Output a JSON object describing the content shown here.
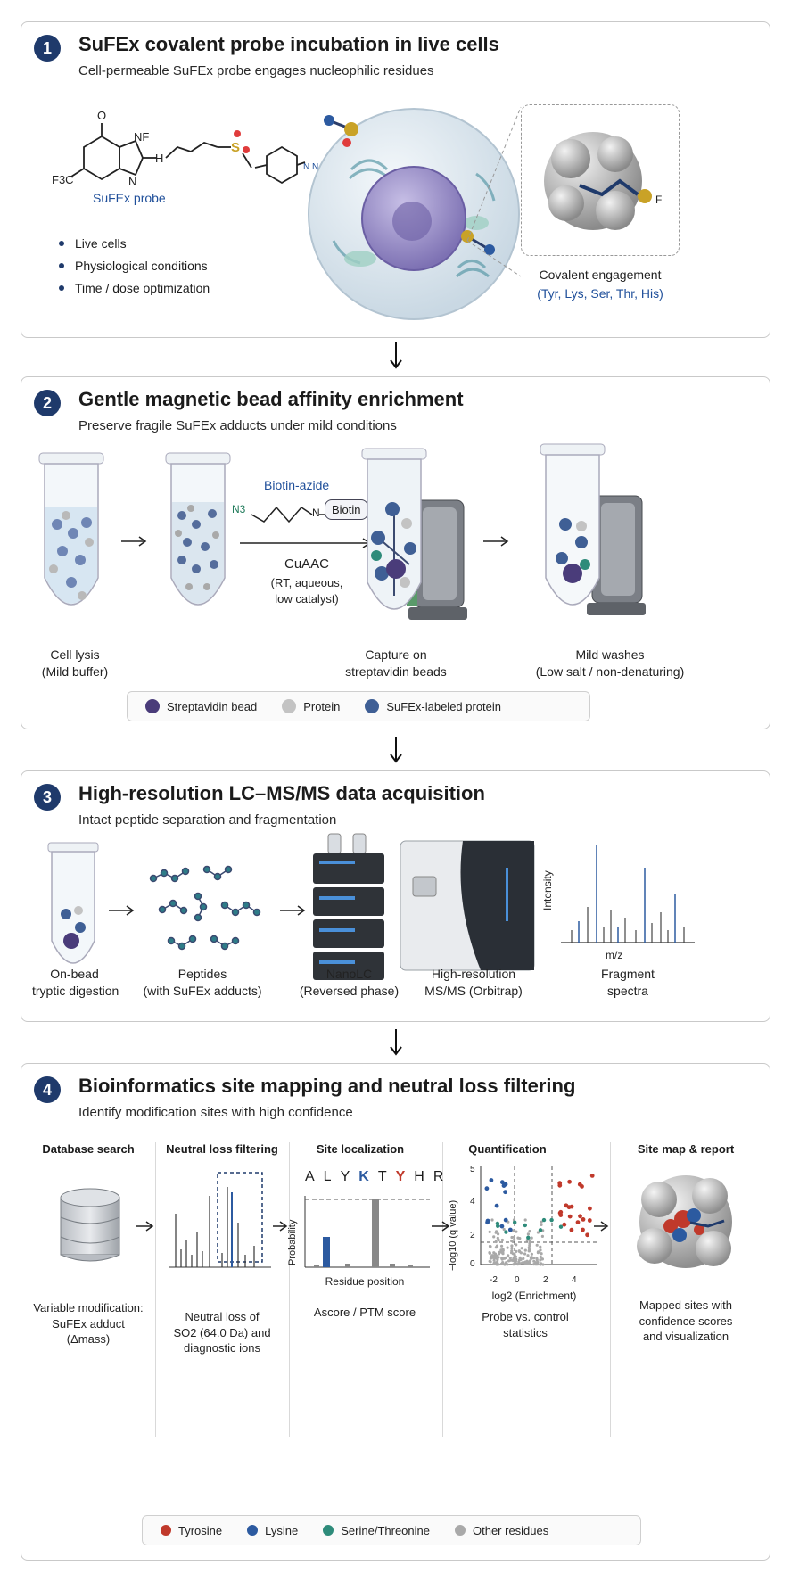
{
  "panel1": {
    "number": "1",
    "title": "SuFEx covalent probe incubation in live cells",
    "subtitle": "Cell-permeable SuFEx probe engages nucleophilic residues",
    "probe_label": "SuFEx probe",
    "bullets": [
      "Live cells",
      "Physiological conditions",
      "Time / dose optimization"
    ],
    "engagement_title": "Covalent engagement",
    "engagement_residues": "(Tyr, Lys, Ser, Thr, His)",
    "atoms": {
      "o": "O",
      "nf": "NF",
      "n": "N",
      "nh": "H",
      "f3c": "F3C",
      "s": "S",
      "tetrazole": "N N N N",
      "f": "F"
    }
  },
  "panel2": {
    "number": "2",
    "title": "Gentle magnetic bead affinity enrichment",
    "subtitle": "Preserve fragile SuFEx adducts under mild conditions",
    "reagent": "Biotin-azide",
    "n3": "N3",
    "biotin": "Biotin",
    "reaction": "CuAAC",
    "conditions": [
      "(RT, aqueous,",
      "low catalyst)"
    ],
    "steps": [
      {
        "line1": "Cell lysis",
        "line2": "(Mild buffer)"
      },
      {
        "line1": "Capture on",
        "line2": "streptavidin beads"
      },
      {
        "line1": "Mild washes",
        "line2": "(Low salt / non-denaturing)"
      }
    ],
    "legend": [
      "Streptavidin bead",
      "Protein",
      "SuFEx-labeled protein"
    ]
  },
  "panel3": {
    "number": "3",
    "title": "High-resolution LC–MS/MS data acquisition",
    "subtitle": "Intact peptide separation and fragmentation",
    "steps": [
      {
        "line1": "On-bead",
        "line2": "tryptic digestion"
      },
      {
        "line1": "Peptides",
        "line2": "(with SuFEx adducts)"
      },
      {
        "line1": "NanoLC",
        "line2": "(Reversed phase)"
      },
      {
        "line1": "High-resolution",
        "line2": "MS/MS (Orbitrap)"
      },
      {
        "line1": "Fragment",
        "line2": "spectra"
      }
    ],
    "spectrum_ylabel": "Intensity",
    "spectrum_xlabel": "m/z"
  },
  "panel4": {
    "number": "4",
    "title": "Bioinformatics site mapping and neutral loss filtering",
    "subtitle": "Identify modification sites with high confidence",
    "columns": [
      {
        "head": "Database search",
        "caption": [
          "Variable modification:",
          "SuFEx adduct",
          "(Δmass)"
        ]
      },
      {
        "head": "Neutral loss filtering",
        "caption": [
          "Neutral loss of",
          "SO2 (64.0 Da) and",
          "diagnostic ions"
        ]
      },
      {
        "head": "Site localization",
        "caption": [
          "Ascore / PTM score"
        ]
      },
      {
        "head": "Quantification",
        "caption": [
          "Probe vs. control",
          "statistics"
        ]
      },
      {
        "head": "Site map & report",
        "caption": [
          "Mapped sites with",
          "confidence scores",
          "and visualization"
        ]
      }
    ],
    "sequence": [
      "A",
      "L",
      "Y",
      "K",
      "T",
      "Y",
      "H",
      "R"
    ],
    "site_ylabel": "Probability",
    "site_xlabel": "Residue position",
    "volcano_ylabel": "−log10 (q value)",
    "volcano_xlabel": "log2 (Enrichment)",
    "volcano_yticks": [
      "5",
      "4",
      "2",
      "0"
    ],
    "volcano_xticks": [
      "-2",
      "0",
      "2",
      "4"
    ],
    "legend": [
      "Tyrosine",
      "Lysine",
      "Serine/Threonine",
      "Other residues"
    ],
    "legend_colors": [
      "#c0392b",
      "#2c5aa0",
      "#2e8b7a",
      "#a9a9a9"
    ]
  }
}
